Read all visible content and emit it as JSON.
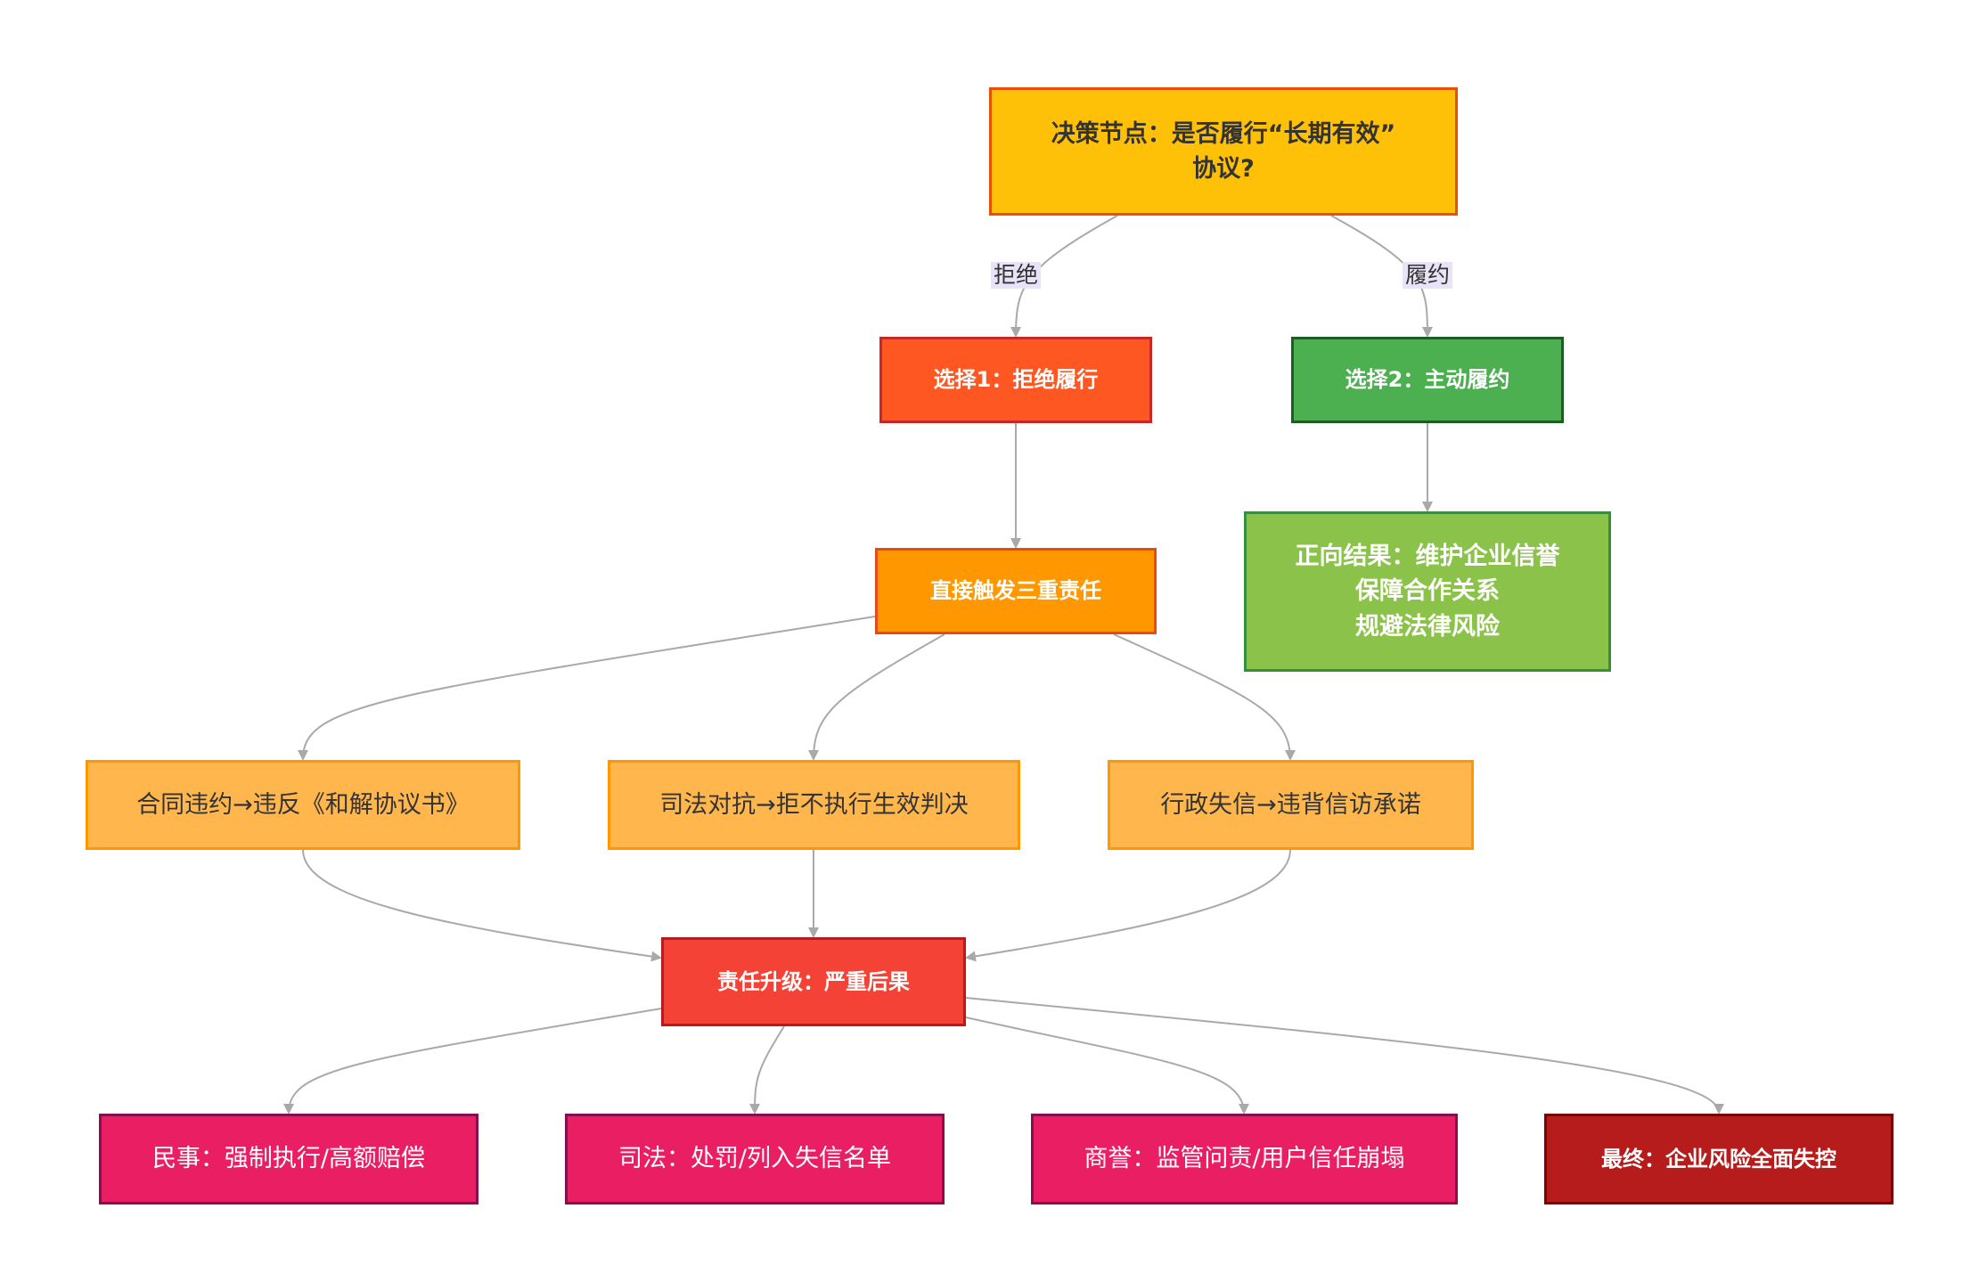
{
  "diagram": {
    "nodes": {
      "decision": "决策节点：是否履行“长期有效”\n协议?",
      "choice1": "选择1：拒绝履行",
      "choice2": "选择2：主动履约",
      "positive": "正向结果：维护企业信誉\n保障合作关系\n规避法律风险",
      "trigger": "直接触发三重责任",
      "contract": "合同违约→违反《和解协议书》",
      "judicial": "司法对抗→拒不执行生效判决",
      "admin": "行政失信→违背信访承诺",
      "escalate": "责任升级：严重后果",
      "civil": "民事：强制执行/高额赔偿",
      "penalty": "司法：处罚/列入失信名单",
      "reputation": "商誉：监管问责/用户信任崩塌",
      "final": "最终：企业风险全面失控"
    },
    "edge_labels": {
      "refuse": "拒绝",
      "perform": "履约"
    },
    "colors": {
      "decision": "#ffc107",
      "refuse_choice": "#ff5722",
      "perform_choice": "#4caf50",
      "positive_result": "#8bc34a",
      "trigger": "#ff9800",
      "liability": "#ffb74d",
      "escalation": "#f44336",
      "consequence": "#e91e63",
      "final": "#b71c1c",
      "edge": "#a9a9a9"
    }
  }
}
